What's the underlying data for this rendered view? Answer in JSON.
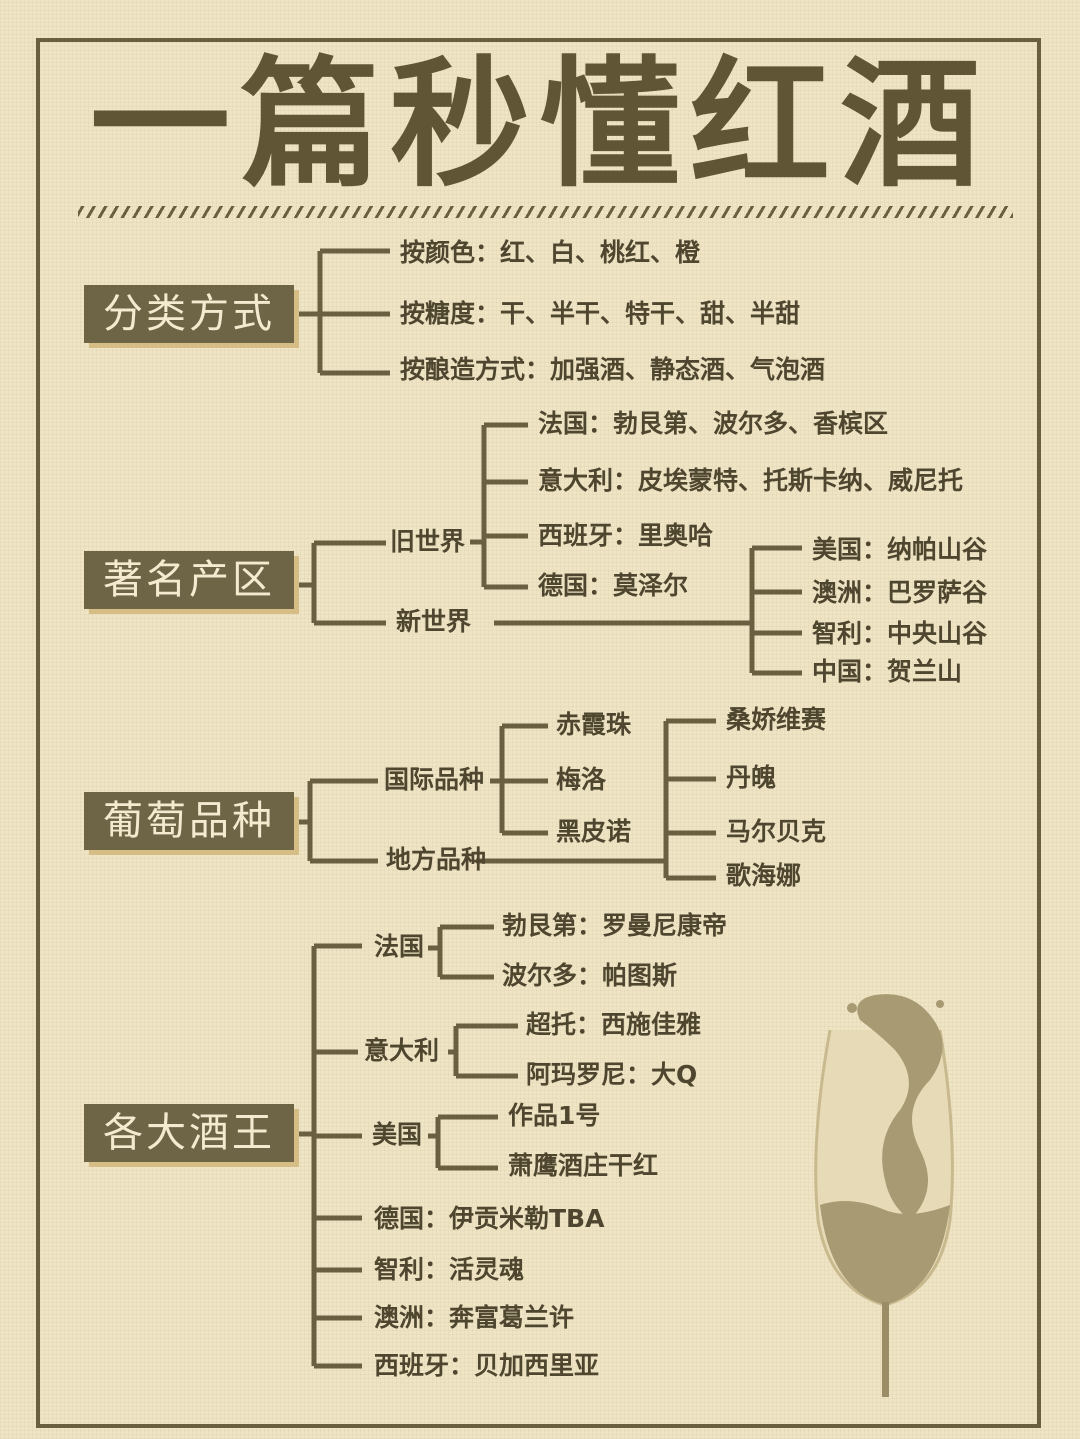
{
  "title": "一篇秒懂红酒",
  "sections": {
    "classification": {
      "label": "分类方式",
      "items": [
        "按颜色：红、白、桃红、橙",
        "按糖度：干、半干、特干、甜、半甜",
        "按酿造方式：加强酒、静态酒、气泡酒"
      ]
    },
    "regions": {
      "label": "著名产区",
      "old_world": {
        "label": "旧世界",
        "items": [
          "法国：勃艮第、波尔多、香槟区",
          "意大利：皮埃蒙特、托斯卡纳、威尼托",
          "西班牙：里奥哈",
          "德国：莫泽尔"
        ]
      },
      "new_world": {
        "label": "新世界",
        "items": [
          "美国：纳帕山谷",
          "澳洲：巴罗萨谷",
          "智利：中央山谷",
          "中国：贺兰山"
        ]
      }
    },
    "grapes": {
      "label": "葡萄品种",
      "international": {
        "label": "国际品种",
        "items": [
          "赤霞珠",
          "梅洛",
          "黑皮诺"
        ]
      },
      "local": {
        "label": "地方品种",
        "items": [
          "桑娇维赛",
          "丹魄",
          "马尔贝克",
          "歌海娜"
        ]
      }
    },
    "kings": {
      "label": "各大酒王",
      "france": {
        "label": "法国",
        "items": [
          "勃艮第：罗曼尼康帝",
          "波尔多：帕图斯"
        ]
      },
      "italy": {
        "label": "意大利",
        "items": [
          "超托：西施佳雅",
          "阿玛罗尼：大Q"
        ]
      },
      "usa": {
        "label": "美国",
        "items": [
          "作品1号",
          "萧鹰酒庄干红"
        ]
      },
      "others": [
        "德国：伊贡米勒TBA",
        "智利：活灵魂",
        "澳洲：奔富葛兰许",
        "西班牙：贝加西里亚"
      ]
    }
  }
}
